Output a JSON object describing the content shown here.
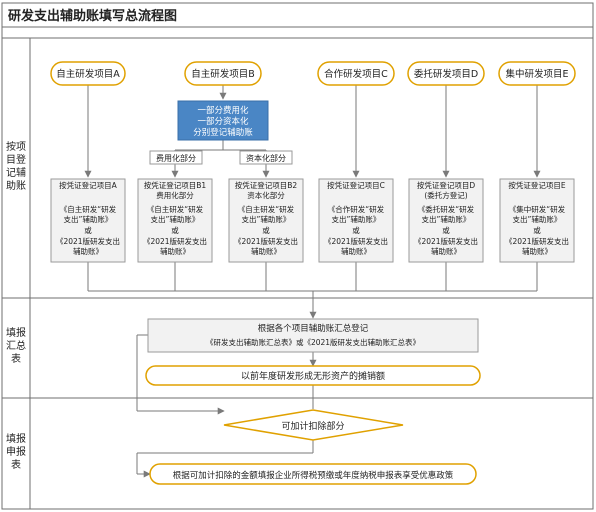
{
  "title": "研发支出辅助账填写总流程图",
  "colors": {
    "border": "#6f6f6f",
    "pill_fill": "#ffffff",
    "pill_stroke": "#e0a100",
    "box_fill": "#f2f2f2",
    "blue_fill": "#4a86c5",
    "blue_text": "#ffffff",
    "line": "#7a7a7a"
  },
  "sections": {
    "register": [
      "按项",
      "目登",
      "记辅",
      "助账"
    ],
    "summary": [
      "填报",
      "汇总",
      "表"
    ],
    "declare": [
      "填报",
      "申报",
      "表"
    ]
  },
  "projects": [
    {
      "label": "自主研发项目A"
    },
    {
      "label": "自主研发项目B"
    },
    {
      "label": "合作研发项目C"
    },
    {
      "label": "委托研发项目D"
    },
    {
      "label": "集中研发项目E"
    }
  ],
  "split_box": [
    "一部分费用化",
    "一部分资本化",
    "分别登记辅助账"
  ],
  "branch_tags": {
    "expense": "费用化部分",
    "capital": "资本化部分"
  },
  "ledgers": [
    {
      "lines": [
        "按凭证登记项目A",
        "",
        "《自主研发“研发",
        "支出”辅助账》",
        "或",
        "《2021版研发支出",
        "辅助账》"
      ]
    },
    {
      "lines": [
        "按凭证登记项目B1",
        "费用化部分",
        "《自主研发“研发",
        "支出”辅助账》",
        "或",
        "《2021版研发支出",
        "辅助账》"
      ]
    },
    {
      "lines": [
        "按凭证登记项目B2",
        "资本化部分",
        "《自主研发“研发",
        "支出”辅助账》",
        "或",
        "《2021版研发支出",
        "辅助账》"
      ]
    },
    {
      "lines": [
        "按凭证登记项目C",
        "",
        "《合作研发“研发",
        "支出”辅助账》",
        "或",
        "《2021版研发支出",
        "辅助账》"
      ]
    },
    {
      "lines": [
        "按凭证登记项目D",
        "(委托方登记)",
        "《委托研发“研发",
        "支出”辅助账》",
        "或",
        "《2021版研发支出",
        "辅助账》"
      ]
    },
    {
      "lines": [
        "按凭证登记项目E",
        "",
        "《集中研发“研发",
        "支出”辅助账》",
        "或",
        "《2021版研发支出",
        "辅助账》"
      ]
    }
  ],
  "summary_box": {
    "line1": "根据各个项目辅助账汇总登记",
    "line2": "《研发支出辅助账汇总表》或《2021版研发支出辅助账汇总表》"
  },
  "amortization": "以前年度研发形成无形资产的摊销额",
  "decision": "可加计扣除部分",
  "final": "根据可加计扣除的金额填报企业所得税预缴或年度纳税申报表享受优惠政策"
}
